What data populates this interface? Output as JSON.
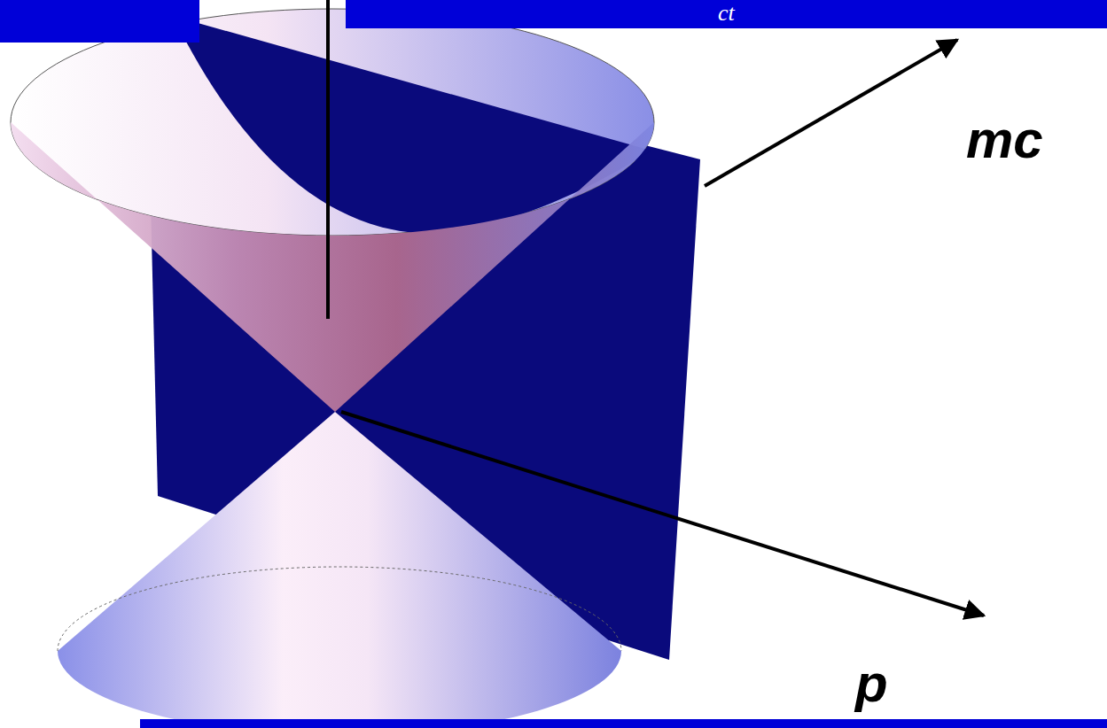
{
  "diagram": {
    "labels": [
      "ct",
      "mc",
      "p"
    ]
  }
}
